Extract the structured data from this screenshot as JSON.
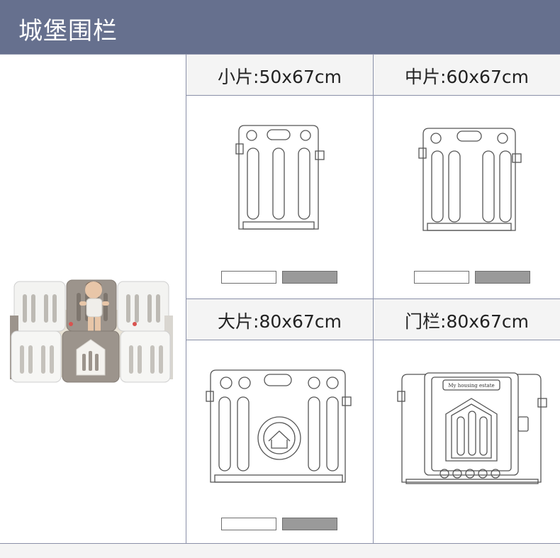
{
  "header": {
    "title": "城堡围栏",
    "background": "#66708e"
  },
  "product": {
    "image": "playpen-photo"
  },
  "panels": [
    {
      "label": "小片:50x67cm",
      "swatches": [
        "#ffffff",
        "#9a9a9a"
      ]
    },
    {
      "label": "中片:60x67cm",
      "swatches": [
        "#ffffff",
        "#9a9a9a"
      ]
    },
    {
      "label": "大片:80x67cm",
      "swatches": [
        "#ffffff",
        "#9a9a9a"
      ]
    },
    {
      "label": "门栏:80x67cm",
      "gate_sign": "My housing estate"
    }
  ]
}
